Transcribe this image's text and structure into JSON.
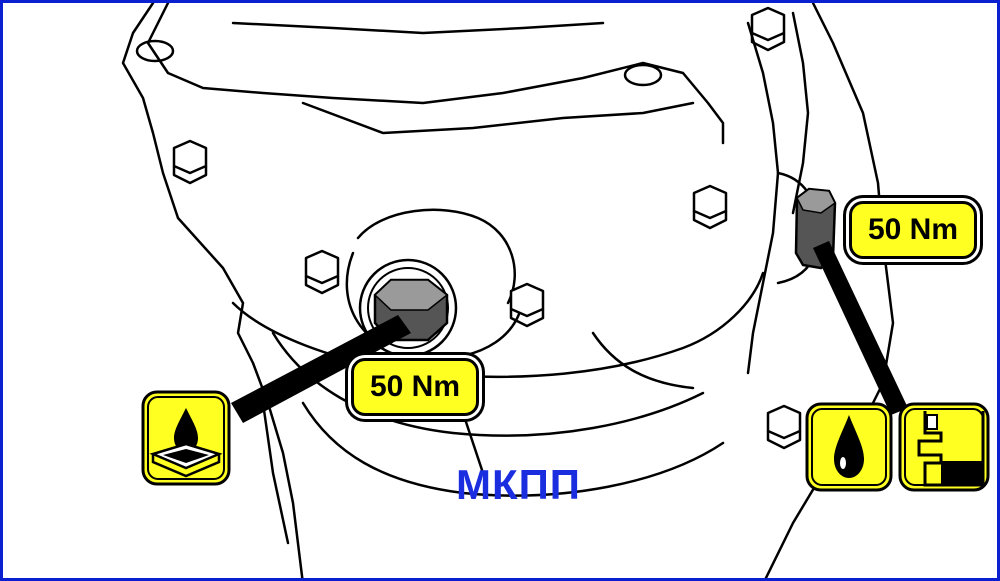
{
  "labels": {
    "torque_left": "50 Nm",
    "torque_right": "50 Nm",
    "title": "МКПП"
  },
  "icons": {
    "drain_icon": "oil-drain-icon",
    "oil_icon": "oil-drop-icon",
    "fill_level_icon": "fill-level-icon"
  },
  "colors": {
    "border": "#0a1fcf",
    "badge_fill": "#ffff22",
    "title": "#1a2ee0"
  }
}
